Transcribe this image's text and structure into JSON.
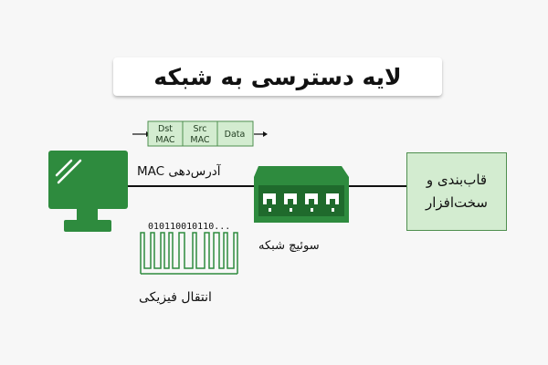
{
  "title": "لایه دسترسی به شبکه",
  "packet": {
    "fields": [
      {
        "top": "Dst",
        "bottom": "MAC"
      },
      {
        "top": "Src",
        "bottom": "MAC"
      },
      {
        "top": "Data",
        "bottom": ""
      }
    ]
  },
  "labels": {
    "mac_addressing": "آدرس‌دهی MAC",
    "network_switch": "سوئیچ شبکه",
    "physical_transfer": "انتقال فیزیکی",
    "bit_stream": "010110010110..."
  },
  "frame_box": {
    "line1": "قاب‌بندی و",
    "line2": "سخت‌افزار"
  },
  "colors": {
    "accent_green": "#2e8b3e",
    "light_green": "#d3ecd0",
    "dark_green": "#1f6a2c",
    "line": "#111111"
  },
  "icons": [
    "computer-monitor-icon",
    "network-switch-icon",
    "square-wave-icon",
    "arrow-right-icon"
  ]
}
